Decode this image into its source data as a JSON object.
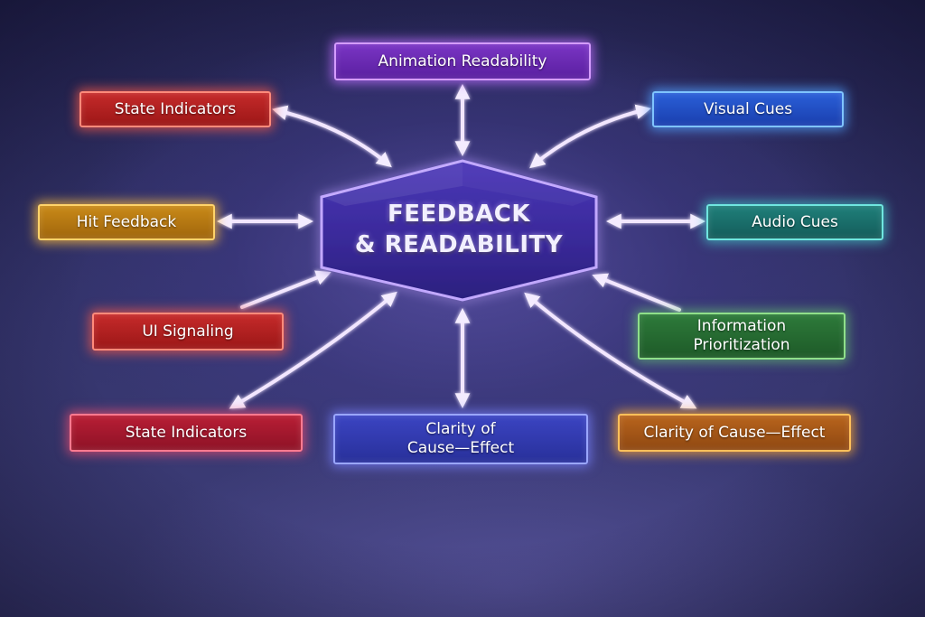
{
  "hub": {
    "line1": "FEEDBACK",
    "line2": "& READABILITY"
  },
  "nodes": {
    "animation_readability": "Animation Readability",
    "state_indicators_top": "State Indicators",
    "visual_cues": "Visual Cues",
    "hit_feedback": "Hit Feedback",
    "audio_cues": "Audio Cues",
    "ui_signaling": "UI Signaling",
    "information_prioritization_1": "Information",
    "information_prioritization_2": "Prioritization",
    "state_indicators_bottom": "State Indicators",
    "clarity_center_1": "Clarity of",
    "clarity_center_2": "Cause—Effect",
    "clarity_right": "Clarity of Cause—Effect"
  },
  "colors": {
    "hub_fill": "#3a2a9a",
    "hub_border": "#b69cff",
    "arrow": "#f2e6ff"
  }
}
